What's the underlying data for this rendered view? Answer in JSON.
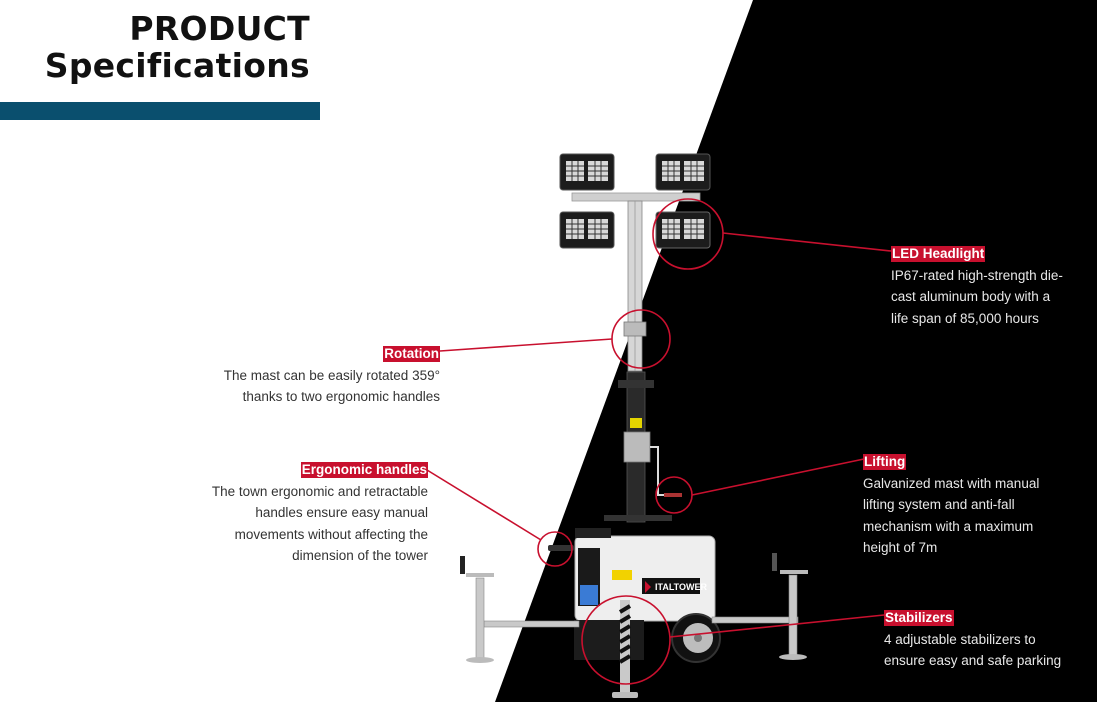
{
  "header": {
    "title_line1": "PRODUCT",
    "title_line2": "Specifications"
  },
  "colors": {
    "accent_bar": "#0a4f6e",
    "callout_red": "#c8102e",
    "dark_panel": "#000000",
    "light_panel": "#ffffff"
  },
  "product": {
    "brand_label": "ITALTOWER",
    "description": "LED light tower with four floodlights on a telescopic mast, generator housing, wheels and four stabilizer legs"
  },
  "callouts": [
    {
      "id": "led-headlight",
      "side": "right",
      "title": "LED Headlight",
      "text": "IP67-rated high-strength die-\ncast aluminum body with a\nlife span of 85,000 hours"
    },
    {
      "id": "rotation",
      "side": "left",
      "title": "Rotation",
      "text": "The mast can be easily rotated 359°\nthanks to two ergonomic handles"
    },
    {
      "id": "ergonomic-handles",
      "side": "left",
      "title": "Ergonomic handles",
      "text": "The town ergonomic and retractable\nhandles ensure easy manual\nmovements without affecting the\ndimension of the tower"
    },
    {
      "id": "lifting",
      "side": "right",
      "title": "Lifting",
      "text": "Galvanized mast with manual\nlifting system and anti-fall\nmechanism with a maximum\nheight of 7m"
    },
    {
      "id": "stabilizers",
      "side": "right",
      "title": "Stabilizers",
      "text": "4 adjustable stabilizers to\nensure easy and safe parking"
    }
  ]
}
